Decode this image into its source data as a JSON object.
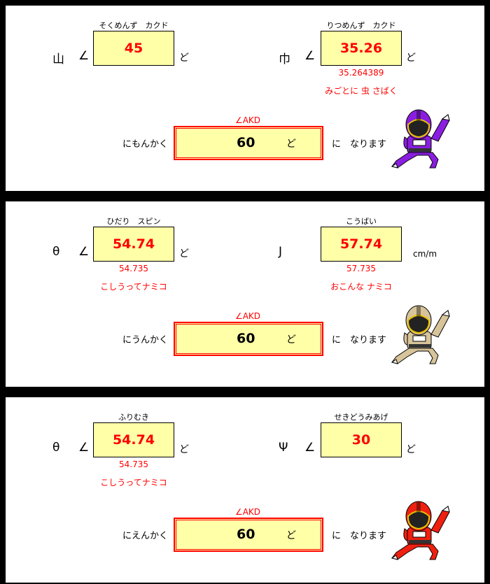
{
  "panels": [
    {
      "left": {
        "symbol": "山",
        "angle": "∠",
        "caption": "そくめんず　カクド",
        "value": "45",
        "unit": "ど"
      },
      "right": {
        "symbol": "巾",
        "angle": "∠",
        "caption": "りつめんず　カクド",
        "value": "35.26",
        "unit": "ど",
        "exact": "35.264389",
        "note": "みごとに 虫 さばく"
      },
      "result": {
        "label": "にもんかく",
        "caption": "∠AKD",
        "value": "60",
        "unit": "ど",
        "suffix1": "に",
        "suffix2": "なります"
      },
      "ranger_color": "#8a1ee0"
    },
    {
      "left": {
        "symbol": "θ",
        "angle": "∠",
        "caption": "ひだり　スピン",
        "value": "54.74",
        "unit": "ど",
        "exact": "54.735",
        "note": "こしうってナミコ"
      },
      "right": {
        "symbol": "J",
        "angle": "",
        "caption": "こうばい",
        "value": "57.74",
        "unit": "cm/m",
        "exact": "57.735",
        "note": "おこんな ナミコ"
      },
      "result": {
        "label": "にうんかく",
        "caption": "∠AKD",
        "value": "60",
        "unit": "ど",
        "suffix1": "に",
        "suffix2": "なります"
      },
      "ranger_color": "#d8c49a"
    },
    {
      "left": {
        "symbol": "θ",
        "angle": "∠",
        "caption": "ふりむき",
        "value": "54.74",
        "unit": "ど",
        "exact": "54.735",
        "note": "こしうってナミコ"
      },
      "right": {
        "symbol": "Ψ",
        "angle": "∠",
        "caption": "せきどうみあげ",
        "value": "30",
        "unit": "ど"
      },
      "result": {
        "label": "にえんかく",
        "caption": "∠AKD",
        "value": "60",
        "unit": "ど",
        "suffix1": "に",
        "suffix2": "なります"
      },
      "ranger_color": "#f02010"
    }
  ]
}
